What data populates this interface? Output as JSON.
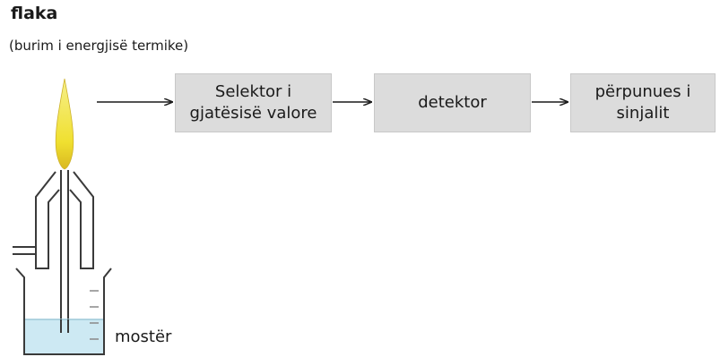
{
  "title": "flaka",
  "subtitle": "(burim i energjisë termike)",
  "boxes": [
    {
      "label": "Selektor i\ngjatësisë valore"
    },
    {
      "label": "detektor"
    },
    {
      "label": "përpunues i\nsinjalit"
    }
  ],
  "sample_label": "mostër",
  "colors": {
    "box_fill": "#dcdcdc",
    "flame": "#f3e64a",
    "liquid": "#cde9f3",
    "arrow": "#1a1a1a"
  },
  "icons": [
    "burner-icon",
    "flame-icon",
    "beaker-icon"
  ]
}
